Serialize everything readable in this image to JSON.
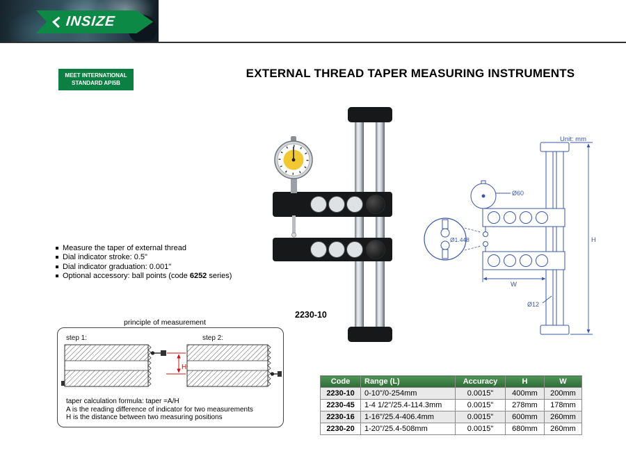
{
  "header": {
    "brand": "INSIZE",
    "title": "EXTERNAL THREAD TAPER MEASURING INSTRUMENTS",
    "badge": {
      "line1": "MEET INTERNATIONAL",
      "line2": "STANDARD API5B"
    }
  },
  "features": {
    "f1": "Measure the taper of external thread",
    "f2": "Dial indicator stroke: 0.5\"",
    "f3": "Dial indicator graduation: 0.001\"",
    "f4_prefix": "Optional accessory: ball points (code ",
    "f4_bold": "6252",
    "f4_suffix": " series)"
  },
  "product": {
    "model": "2230-10"
  },
  "drawing": {
    "unit": "Unit: mm",
    "dim_dial": "Ø60",
    "dim_ball": "Ø1.448",
    "dim_h": "H",
    "dim_w": "W",
    "dim_column": "Ø12"
  },
  "principle": {
    "title": "principle of measurement",
    "step1": "step 1:",
    "step2": "step 2:",
    "dim_h": "H",
    "formula": "taper calculation formula: taper =A/H",
    "note_a": "A is the reading difference of indicator for two measurements",
    "note_h": "H is the distance between two measuring positions"
  },
  "table": {
    "headers": [
      "Code",
      "Range (L)",
      "Accuracy",
      "H",
      "W"
    ],
    "rows": [
      [
        "2230-10",
        "0-10\"/0-254mm",
        "0.0015\"",
        "400mm",
        "200mm"
      ],
      [
        "2230-45",
        "1-4 1/2\"/25.4-114.3mm",
        "0.0015\"",
        "278mm",
        "178mm"
      ],
      [
        "2230-16",
        "1-16\"/25.4-406.4mm",
        "0.0015\"",
        "600mm",
        "260mm"
      ],
      [
        "2230-20",
        "1-20\"/25.4-508mm",
        "0.0015\"",
        "680mm",
        "260mm"
      ]
    ]
  },
  "colors": {
    "brand_green": "#0c8a45",
    "table_header_green": "#2d6b35",
    "drawing_blue": "#3a57a7",
    "dimension_red": "#cc1111"
  }
}
